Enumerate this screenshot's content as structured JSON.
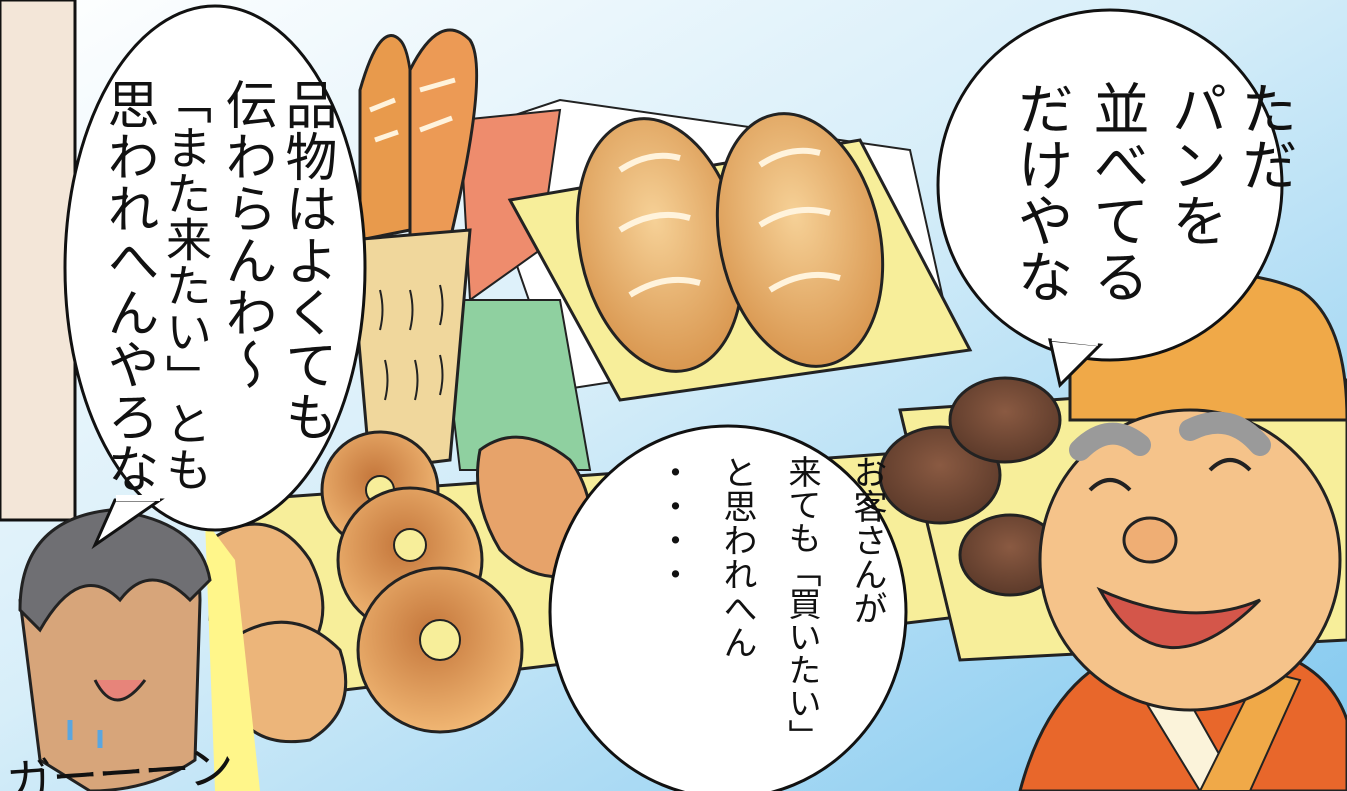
{
  "bubbles": {
    "left": {
      "lines": [
        "品物はよくても",
        "伝わらんわ～",
        "「また来たい」とも",
        "思われへんやろな"
      ]
    },
    "top_right": {
      "lines": [
        "ただ",
        "パンを",
        "並べてる",
        "だけやな"
      ]
    },
    "center": {
      "lines": [
        "お客さんが",
        "来ても「買いたい」",
        "と思われへん",
        "・・・・"
      ]
    }
  },
  "sound_effect": "ガーーーン",
  "colors": {
    "sky": "#7fc7ef",
    "robe": "#f0a948",
    "bread": "#e8b06a",
    "tray": "#f7ee9a"
  }
}
